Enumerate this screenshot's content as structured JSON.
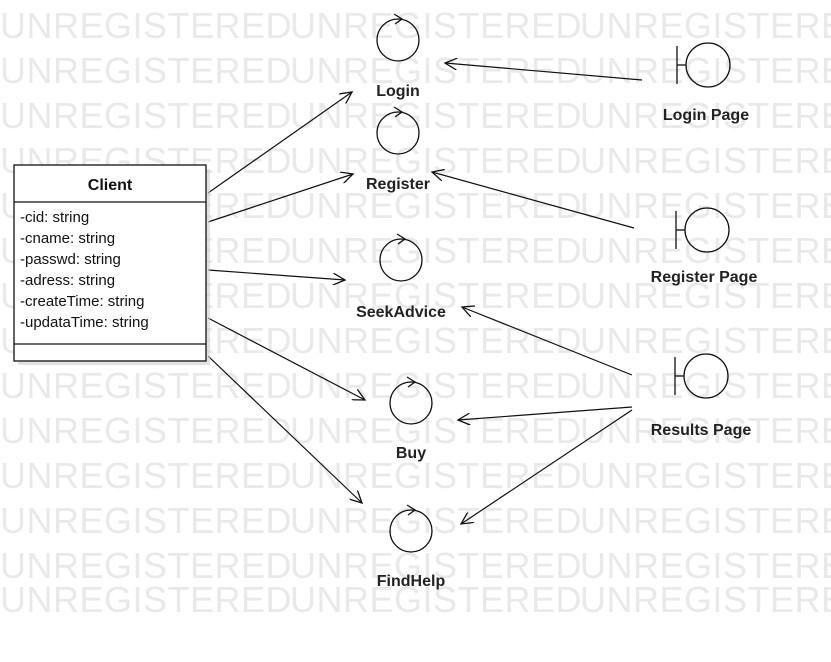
{
  "watermark": "UNREGISTERED",
  "client_class": {
    "name": "Client",
    "attributes": [
      "-cid: string",
      "-cname: string",
      "-passwd: string",
      "-adress: string",
      "-createTime: string",
      "-updataTime: string"
    ]
  },
  "controls": {
    "login": "Login",
    "register": "Register",
    "seekadvice": "SeekAdvice",
    "buy": "Buy",
    "findhelp": "FindHelp"
  },
  "boundaries": {
    "login_page": "Login  Page",
    "register_page": "Register Page",
    "results_page": "Results Page"
  },
  "colors": {
    "line": "#111111",
    "watermark": "#e9e9e9",
    "class_fill": "#ffffff"
  },
  "connections": [
    {
      "from": "Client",
      "to": "Login"
    },
    {
      "from": "Client",
      "to": "Register"
    },
    {
      "from": "Client",
      "to": "SeekAdvice"
    },
    {
      "from": "Client",
      "to": "Buy"
    },
    {
      "from": "Client",
      "to": "FindHelp"
    },
    {
      "from": "Login  Page",
      "to": "Login"
    },
    {
      "from": "Register Page",
      "to": "Register"
    },
    {
      "from": "Results Page",
      "to": "SeekAdvice"
    },
    {
      "from": "Results Page",
      "to": "Buy"
    },
    {
      "from": "Results Page",
      "to": "FindHelp"
    }
  ]
}
